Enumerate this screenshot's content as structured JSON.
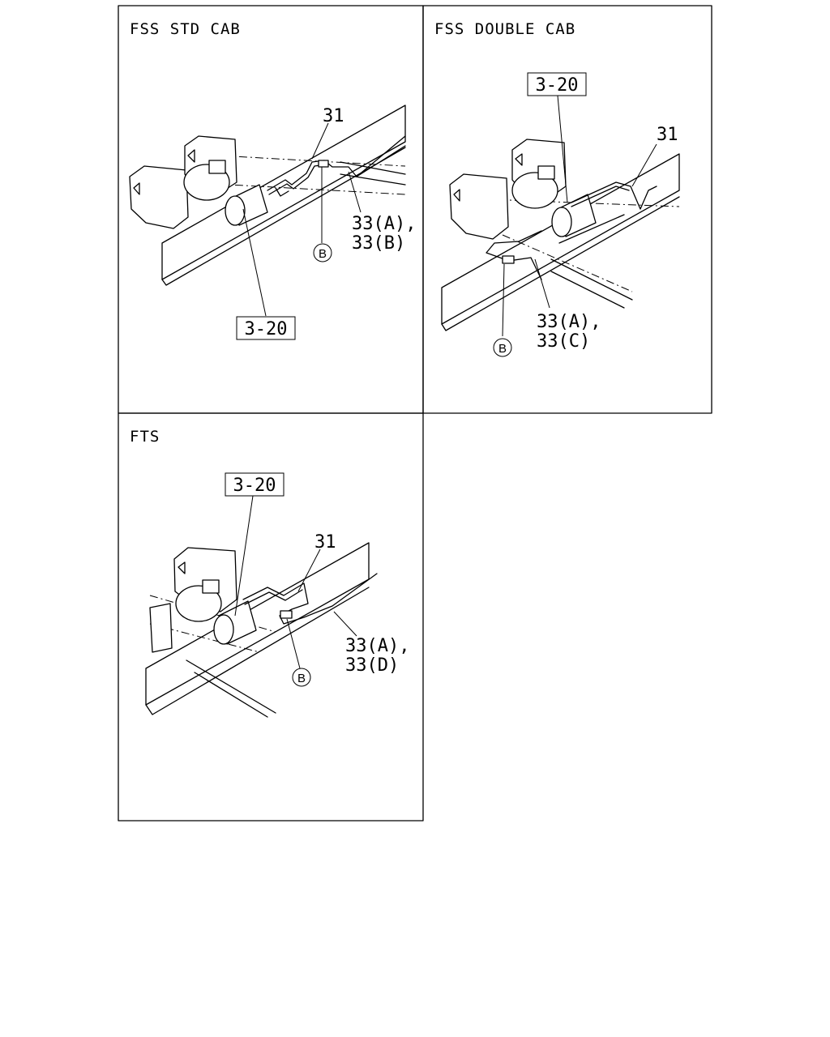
{
  "panels": [
    {
      "title": "FSS STD CAB",
      "ref_box": "3-20",
      "callout_pipe": "31",
      "callout_tube_1": "33(A),",
      "callout_tube_2": "33(B)",
      "circle_marker": "B"
    },
    {
      "title": "FSS DOUBLE CAB",
      "ref_box": "3-20",
      "callout_pipe": "31",
      "callout_tube_1": "33(A),",
      "callout_tube_2": "33(C)",
      "circle_marker": "B"
    },
    {
      "title": "FTS",
      "ref_box": "3-20",
      "callout_pipe": "31",
      "callout_tube_1": "33(A),",
      "callout_tube_2": "33(D)",
      "circle_marker": "B"
    }
  ]
}
